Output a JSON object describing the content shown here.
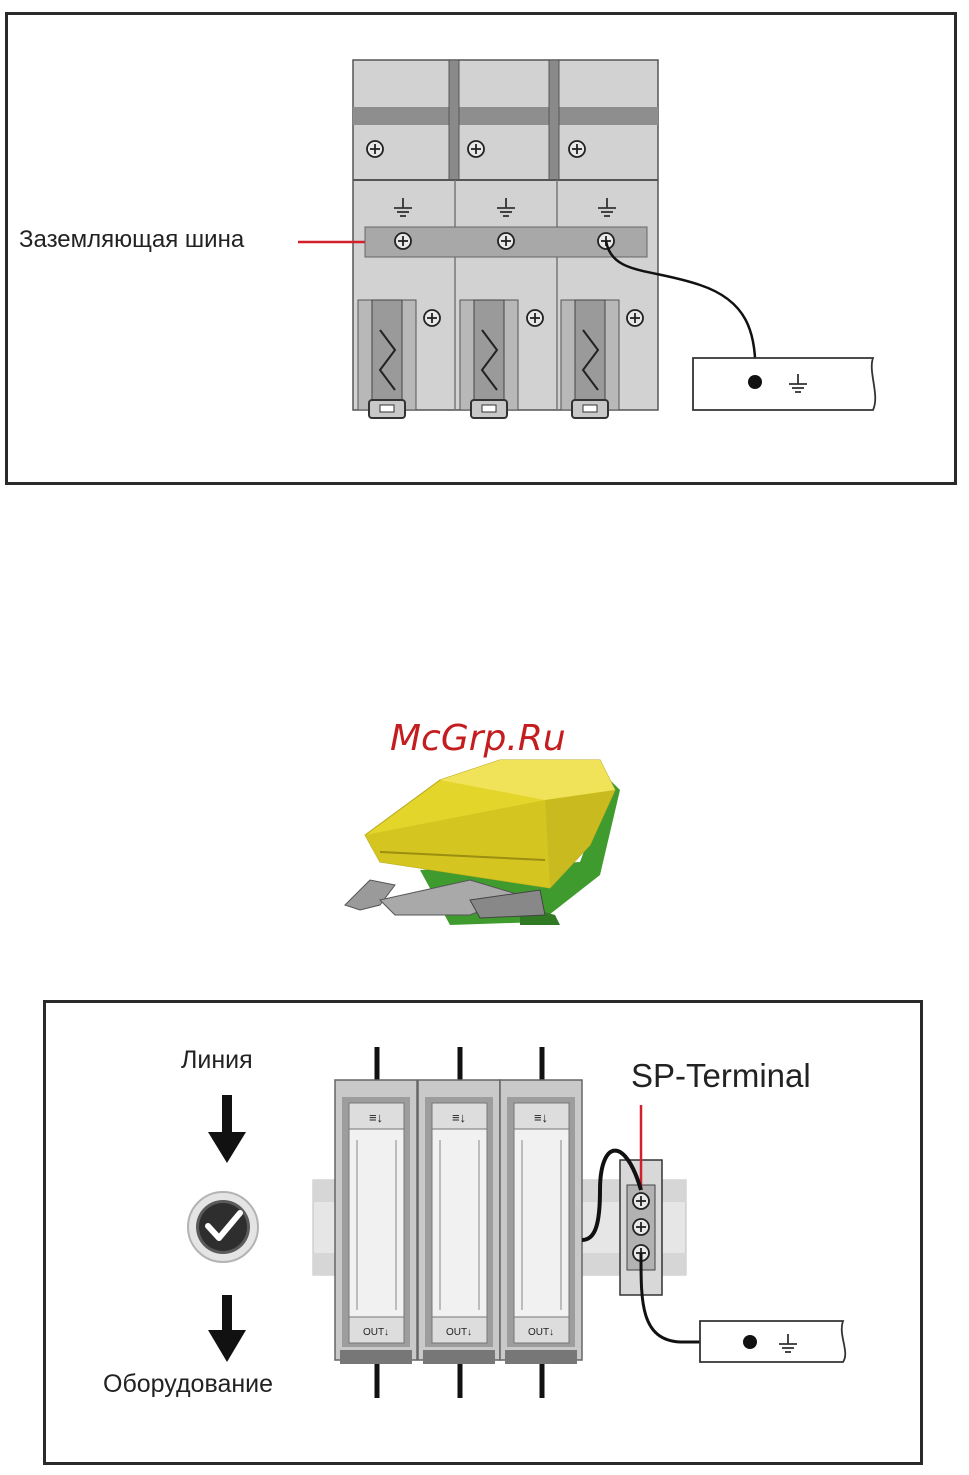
{
  "top_diagram": {
    "ground_bus_label": "Заземляющая шина"
  },
  "watermark": "McGrp.Ru",
  "bottom_diagram": {
    "line_label": "Линия",
    "equipment_label": "Оборудование",
    "sp_terminal_label": "SP-Terminal",
    "module_in_mark": "≡↓",
    "module_out_mark": "OUT↓"
  },
  "colors": {
    "frame": "#2a2a2a",
    "module_gray": "#cfcfcf",
    "module_light": "#ececec",
    "callout_red": "#d3212c",
    "terminal_yellow": "#e3d52a",
    "terminal_green": "#3f9b2e",
    "watermark": "#c41d20"
  },
  "icons": [
    "ground-symbol-icon",
    "screw-icon",
    "checkmark-icon",
    "down-arrow-icon"
  ]
}
